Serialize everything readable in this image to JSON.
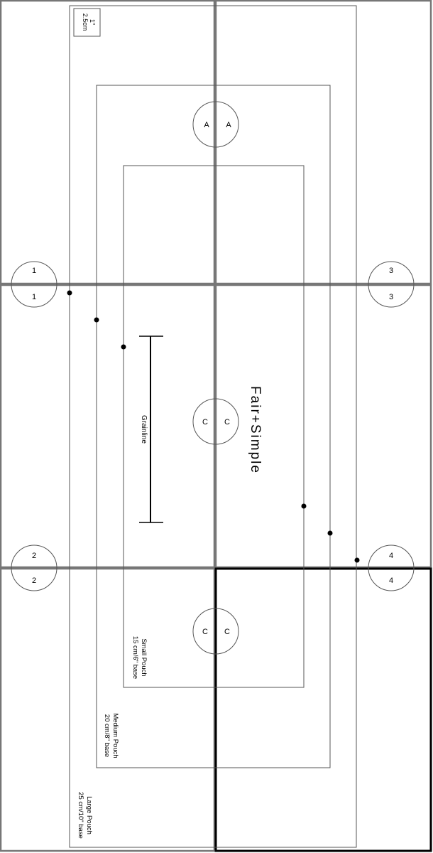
{
  "scale_box": {
    "line1": "1\"",
    "line2": "2.5cm"
  },
  "match_labels": {
    "top_left": "A",
    "top_right": "A",
    "mid_left": "C",
    "mid_right": "C",
    "low_left": "C",
    "low_right": "C"
  },
  "page_markers": {
    "m1_top": "1",
    "m1_bottom": "1",
    "m3_top": "3",
    "m3_bottom": "3",
    "m2_top": "2",
    "m2_bottom": "2",
    "m4_top": "4",
    "m4_bottom": "4"
  },
  "grainline_label": "Grainline",
  "brand": "Fair+Simple",
  "sizes": {
    "small": {
      "name": "Small Pouch",
      "base": "15 cm/6\" base"
    },
    "medium": {
      "name": "Medium Pouch",
      "base": "20 cm/8\" base"
    },
    "large": {
      "name": "Large Pouch",
      "base": "25 cm/10\" base"
    }
  }
}
